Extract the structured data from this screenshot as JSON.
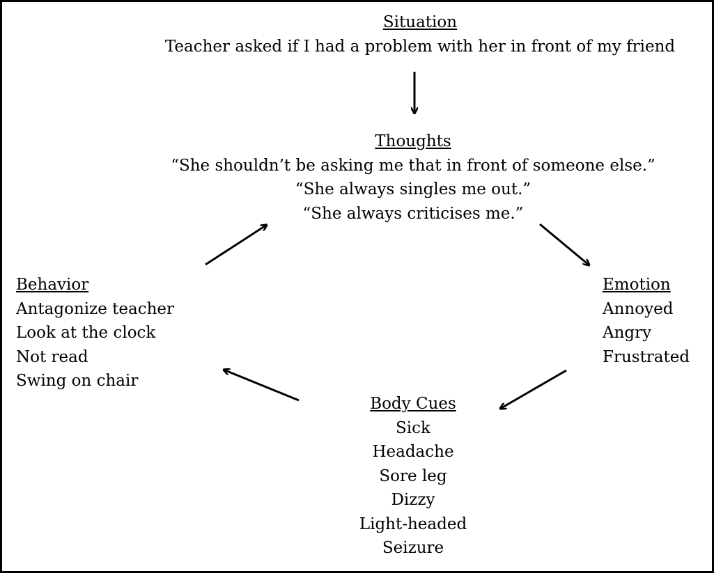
{
  "situation": {
    "heading": "Situation",
    "text": "Teacher asked if I had a problem with her in front of my friend"
  },
  "thoughts": {
    "heading": "Thoughts",
    "items": [
      "“She shouldn’t be asking me that in front of someone else.”",
      "“She always singles me out.”",
      "“She always criticises me.”"
    ]
  },
  "emotion": {
    "heading": "Emotion",
    "items": [
      "Annoyed",
      "Angry",
      "Frustrated"
    ]
  },
  "body_cues": {
    "heading": "Body Cues",
    "items": [
      "Sick",
      "Headache",
      "Sore leg",
      "Dizzy",
      "Light-headed",
      "Seizure"
    ]
  },
  "behavior": {
    "heading": "Behavior",
    "items": [
      "Antagonize teacher",
      "Look at the clock",
      "Not read",
      "Swing on chair"
    ]
  }
}
